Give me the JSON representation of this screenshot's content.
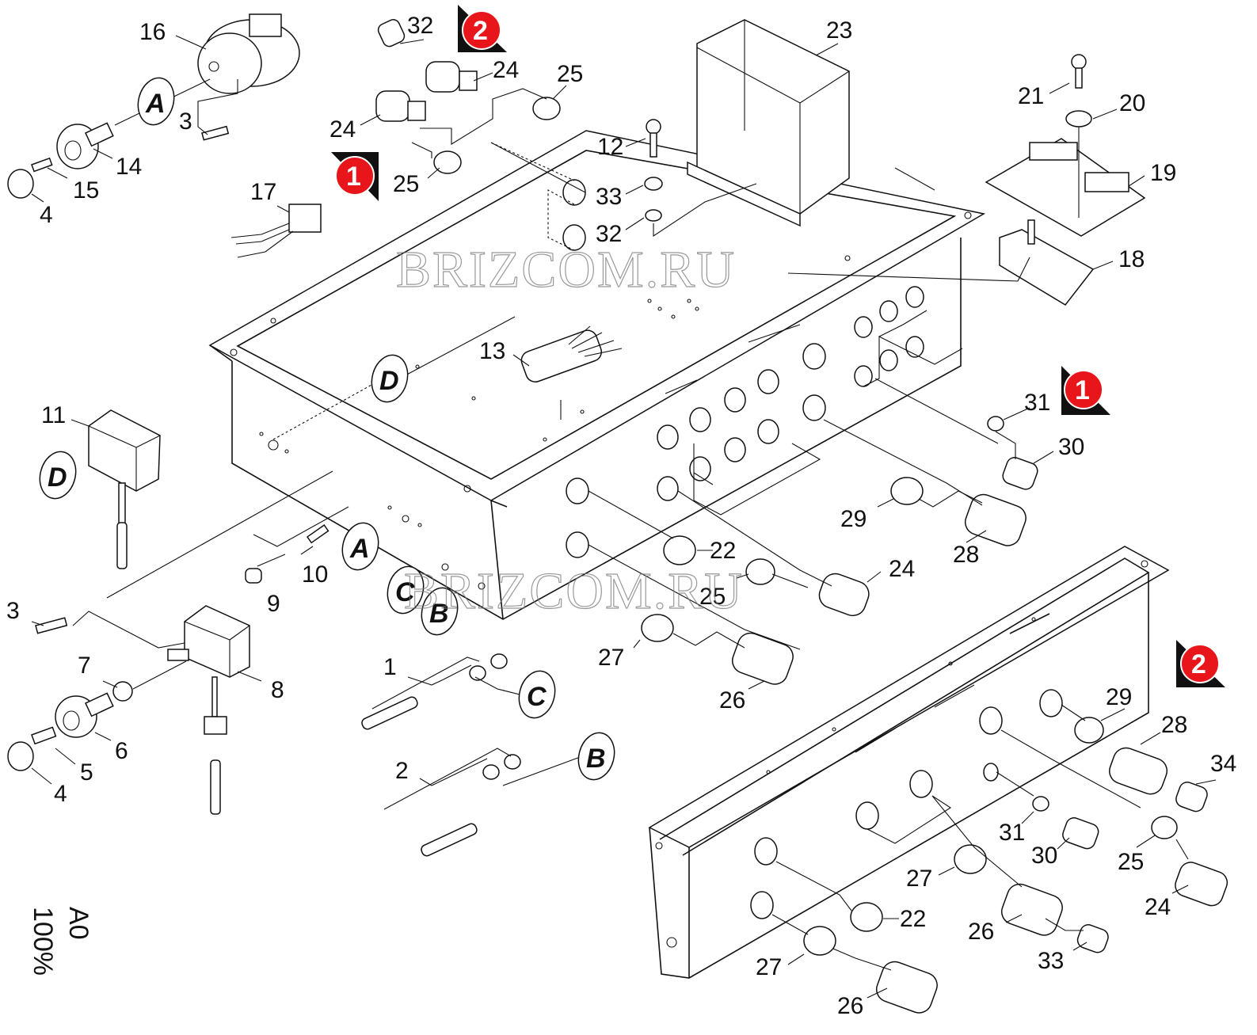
{
  "watermark": "BRIZCOM.RU",
  "scale": {
    "sheet": "A0",
    "percent": "100%"
  },
  "callouts": [
    {
      "id": "c16",
      "n": "16"
    },
    {
      "id": "c32a",
      "n": "32"
    },
    {
      "id": "c24a",
      "n": "24"
    },
    {
      "id": "c25a",
      "n": "25"
    },
    {
      "id": "c23",
      "n": "23"
    },
    {
      "id": "c24b",
      "n": "24"
    },
    {
      "id": "c3a",
      "n": "3"
    },
    {
      "id": "c14",
      "n": "14"
    },
    {
      "id": "c15",
      "n": "15"
    },
    {
      "id": "c4a",
      "n": "4"
    },
    {
      "id": "c25b",
      "n": "25"
    },
    {
      "id": "c17",
      "n": "17"
    },
    {
      "id": "c12",
      "n": "12"
    },
    {
      "id": "c33a",
      "n": "33"
    },
    {
      "id": "c32b",
      "n": "32"
    },
    {
      "id": "c21",
      "n": "21"
    },
    {
      "id": "c20",
      "n": "20"
    },
    {
      "id": "c19",
      "n": "19"
    },
    {
      "id": "c18",
      "n": "18"
    },
    {
      "id": "c13",
      "n": "13"
    },
    {
      "id": "c11",
      "n": "11"
    },
    {
      "id": "c31a",
      "n": "31"
    },
    {
      "id": "c30a",
      "n": "30"
    },
    {
      "id": "c29a",
      "n": "29"
    },
    {
      "id": "c28a",
      "n": "28"
    },
    {
      "id": "c22a",
      "n": "22"
    },
    {
      "id": "c10",
      "n": "10"
    },
    {
      "id": "c9",
      "n": "9"
    },
    {
      "id": "c24c",
      "n": "24"
    },
    {
      "id": "c25c",
      "n": "25"
    },
    {
      "id": "c3b",
      "n": "3"
    },
    {
      "id": "c7",
      "n": "7"
    },
    {
      "id": "c8",
      "n": "8"
    },
    {
      "id": "c27a",
      "n": "27"
    },
    {
      "id": "c1",
      "n": "1"
    },
    {
      "id": "c26a",
      "n": "26"
    },
    {
      "id": "c6",
      "n": "6"
    },
    {
      "id": "c5",
      "n": "5"
    },
    {
      "id": "c4b",
      "n": "4"
    },
    {
      "id": "c2",
      "n": "2"
    },
    {
      "id": "c29b",
      "n": "29"
    },
    {
      "id": "c28b",
      "n": "28"
    },
    {
      "id": "c34",
      "n": "34"
    },
    {
      "id": "c31b",
      "n": "31"
    },
    {
      "id": "c30b",
      "n": "30"
    },
    {
      "id": "c25d",
      "n": "25"
    },
    {
      "id": "c27b",
      "n": "27"
    },
    {
      "id": "c22b",
      "n": "22"
    },
    {
      "id": "c24d",
      "n": "24"
    },
    {
      "id": "c26b",
      "n": "26"
    },
    {
      "id": "c33b",
      "n": "33"
    },
    {
      "id": "c27c",
      "n": "27"
    },
    {
      "id": "c26c",
      "n": "26"
    }
  ],
  "letters": [
    {
      "id": "lA1",
      "t": "A"
    },
    {
      "id": "lD1",
      "t": "D"
    },
    {
      "id": "lD2",
      "t": "D"
    },
    {
      "id": "lA2",
      "t": "A"
    },
    {
      "id": "lC1",
      "t": "C"
    },
    {
      "id": "lB1",
      "t": "B"
    },
    {
      "id": "lC2",
      "t": "C"
    },
    {
      "id": "lB2",
      "t": "B"
    }
  ],
  "badges": [
    {
      "id": "b2a",
      "t": "2"
    },
    {
      "id": "b1a",
      "t": "1"
    },
    {
      "id": "b1b",
      "t": "1"
    },
    {
      "id": "b2b",
      "t": "2"
    }
  ],
  "colors": {
    "badge": "#e8161b",
    "ink": "#111111"
  }
}
